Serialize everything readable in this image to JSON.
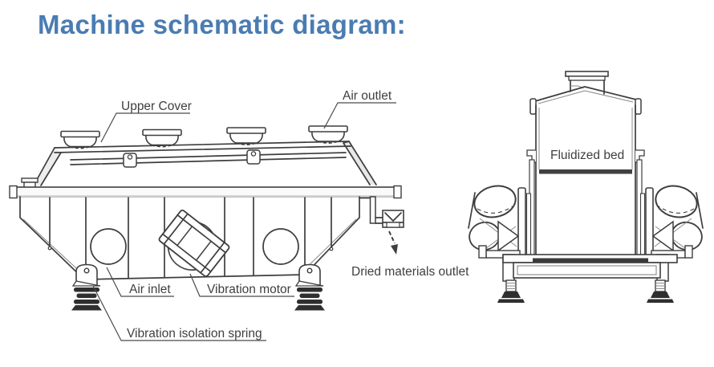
{
  "title": {
    "text": "Machine schematic diagram:"
  },
  "labels": {
    "upper_cover": "Upper Cover",
    "air_outlet": "Air outlet",
    "air_inlet": "Air inlet",
    "vibration_motor": "Vibration motor",
    "vibration_isolation_spring": "Vibration isolation spring",
    "dried_materials_outlet": "Dried materials outlet",
    "fluidized_bed": "Fluidized bed"
  },
  "colors": {
    "title_blue": "#4a7cb2",
    "line_art": "#3e3e3e",
    "label_text": "#3f3f3f",
    "background": "#ffffff"
  }
}
